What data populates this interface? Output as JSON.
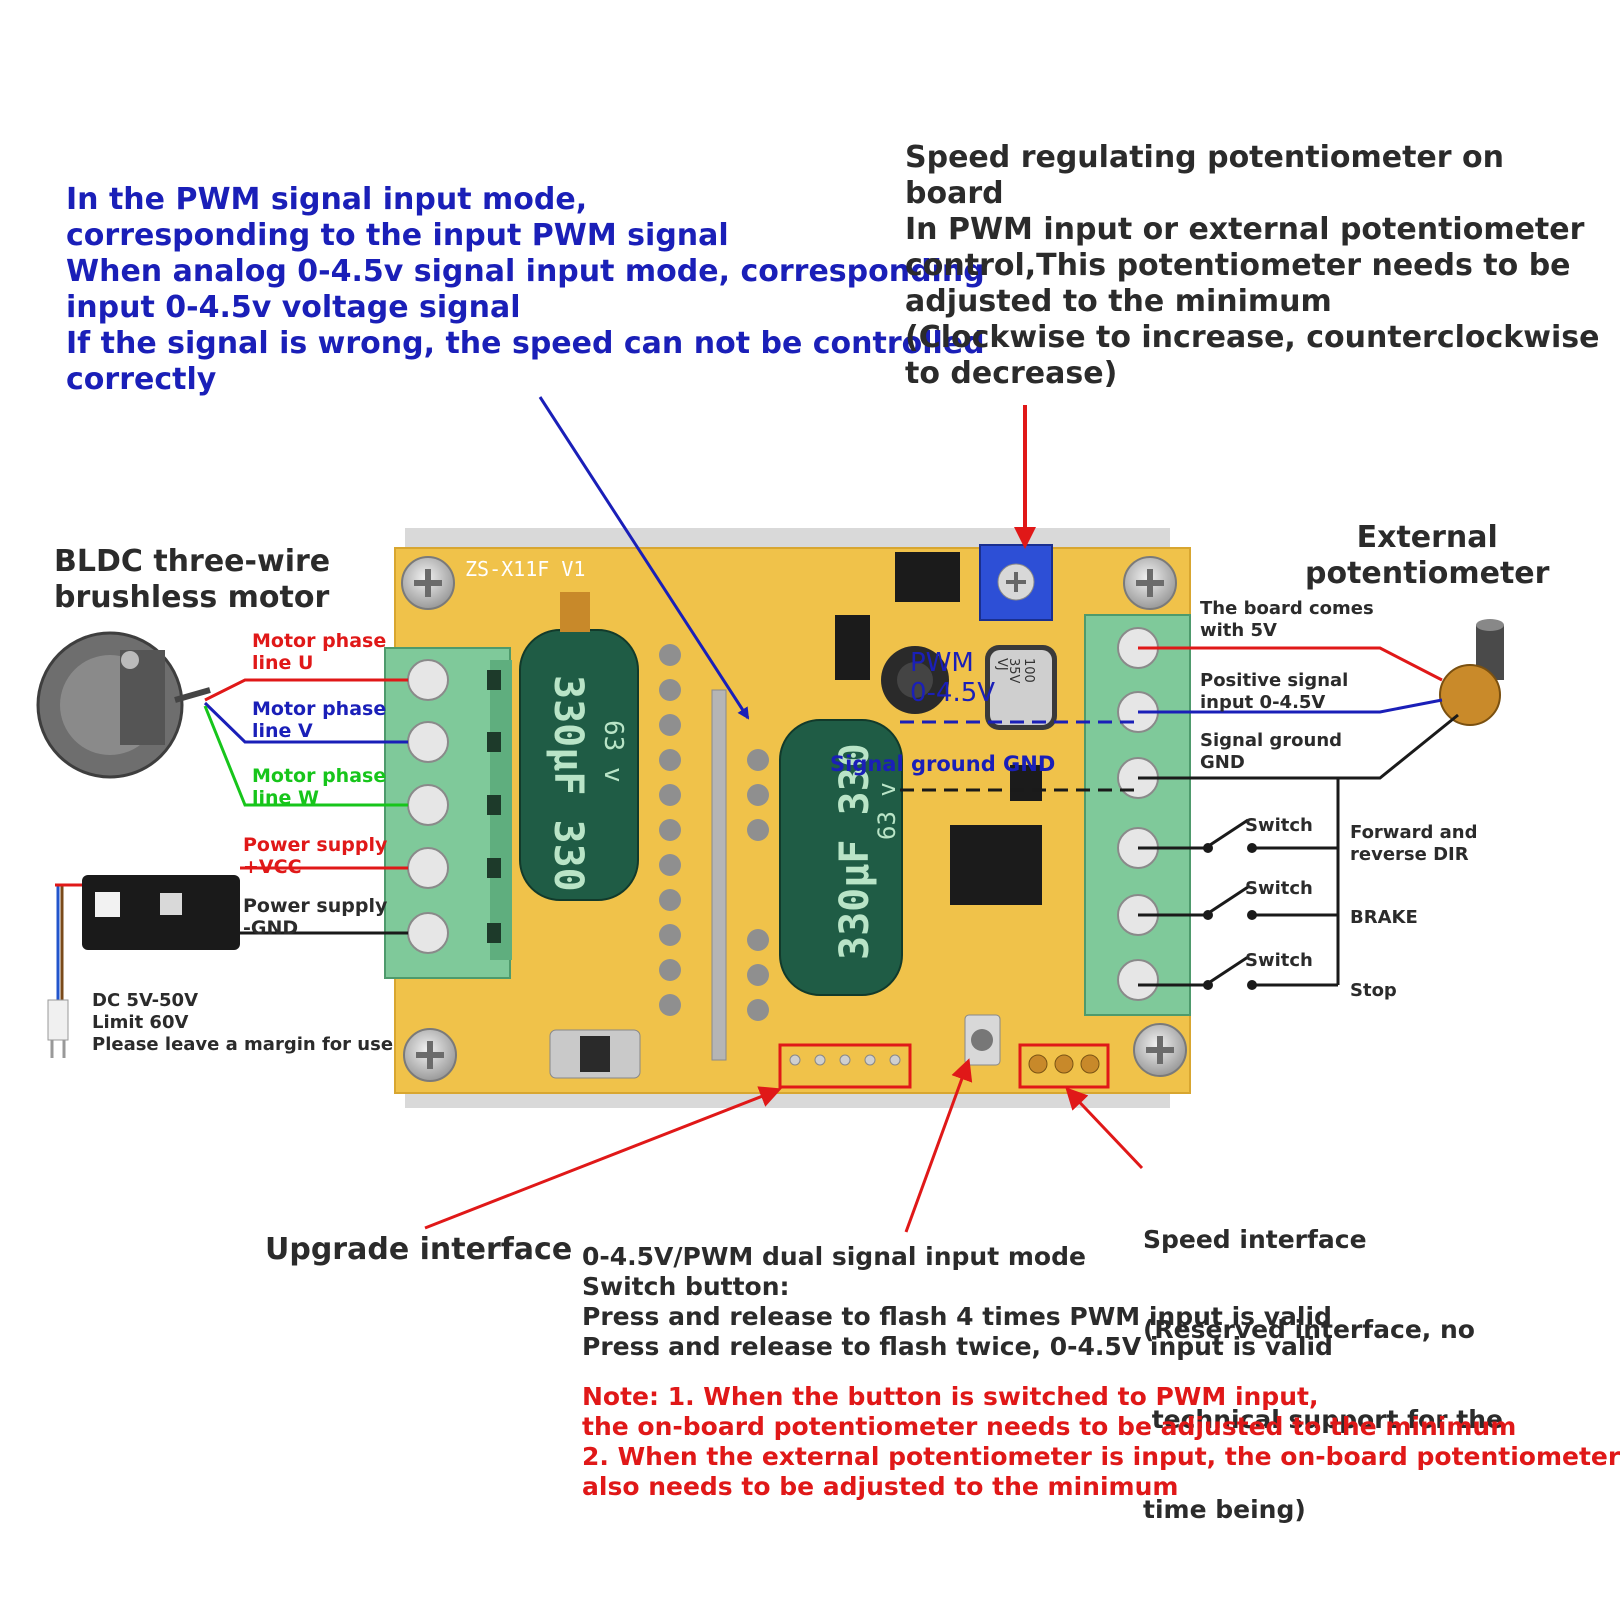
{
  "pwm_note": {
    "lines": [
      "In the PWM signal input mode,",
      "corresponding to the input PWM signal",
      "When analog 0-4.5v signal input mode, corresponding",
      "input 0-4.5v voltage signal",
      "If the signal is wrong, the speed can not be controlled",
      "correctly"
    ]
  },
  "speed_pot_note": {
    "lines": [
      "Speed regulating potentiometer on",
      "board",
      "In PWM input or external potentiometer",
      "control,This potentiometer needs to be",
      "adjusted to the minimum",
      "(Clockwise to increase, counterclockwise",
      "to decrease)"
    ]
  },
  "motor": {
    "title_lines": [
      "BLDC three-wire",
      "brushless motor"
    ],
    "phase_u": [
      "Motor phase",
      "line U"
    ],
    "phase_v": [
      "Motor phase",
      "line V"
    ],
    "phase_w": [
      "Motor phase",
      "line W"
    ]
  },
  "power": {
    "vcc": [
      "Power supply",
      "+VCC"
    ],
    "gnd": [
      "Power supply",
      "-GND"
    ],
    "spec": [
      "DC 5V-50V",
      "Limit 60V",
      "Please leave a margin for use"
    ]
  },
  "external_pot": {
    "title_lines": [
      "External",
      "potentiometer"
    ],
    "five_v": [
      "The board comes",
      "with 5V"
    ],
    "signal": [
      "Positive signal",
      "input 0-4.5V"
    ],
    "ground": [
      "Signal ground",
      "GND"
    ]
  },
  "switches": {
    "label": "Switch",
    "dir": [
      "Forward and",
      "reverse DIR"
    ],
    "brake": "BRAKE",
    "stop": "Stop"
  },
  "board": {
    "model": "ZS-X11F V1",
    "cap_label": "330µF 330",
    "cap_rating": "63 v",
    "small_cap": [
      "100",
      "35V",
      "VJ"
    ],
    "pwm_overlay": [
      "PWM",
      "0-4.5V"
    ],
    "signal_ground_overlay": "Signal ground GND"
  },
  "upgrade": {
    "label": "Upgrade interface"
  },
  "mode_button": {
    "lines": [
      "0-4.5V/PWM dual signal input mode",
      "Switch button:",
      "Press and release to flash 4 times PWM input is valid",
      "Press and release to flash twice, 0-4.5V input is valid"
    ]
  },
  "speed_interface": {
    "lines": [
      "Speed interface",
      "(Reserved interface, no",
      " technical support for the",
      "time being)"
    ]
  },
  "warning": {
    "lines": [
      "Note: 1. When the button is switched to PWM input,",
      "the on-board potentiometer needs to be adjusted to the minimum",
      "2. When the external potentiometer is input, the on-board potentiometer",
      "also needs to be adjusted to the minimum"
    ]
  },
  "colors": {
    "blue_text": "#1a1fb8",
    "red_text": "#e01818",
    "green_text": "#17c51b",
    "pcb": "#f0c24a",
    "terminal": "#7fc99a",
    "capacitor": "#1f5c45"
  }
}
